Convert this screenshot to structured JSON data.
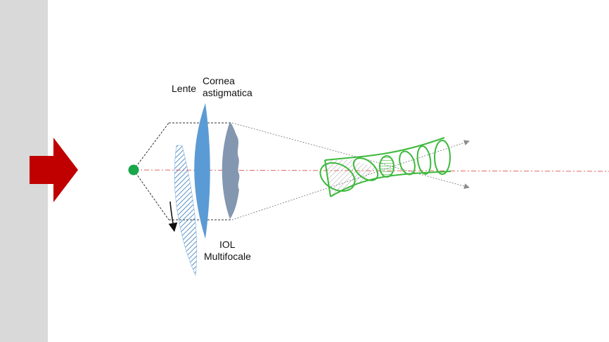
{
  "labels": {
    "lente": "Lente",
    "cornea_line1": "Cornea",
    "cornea_line2": "astigmatica",
    "iol_line1": "IOL",
    "iol_line2": "Multifocale"
  },
  "colors": {
    "panel": "#d9d9d9",
    "arrow": "#c00000",
    "point_source": "#1aa64a",
    "cornea_lens": "#5b9bd5",
    "iol_lens": "#8497b0",
    "hatched_lens": "#2e75b6",
    "beam": "#3cb93c",
    "axis": "#e06666"
  }
}
